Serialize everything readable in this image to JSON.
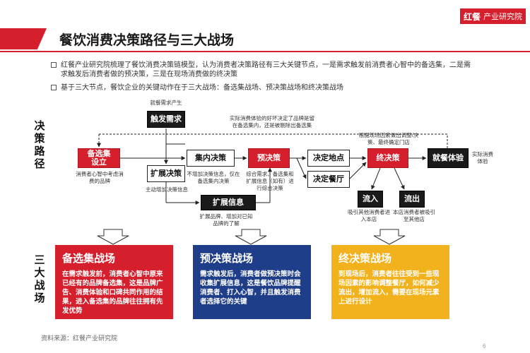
{
  "brand": {
    "logo_part1": "红餐",
    "logo_part2": "产业研究院"
  },
  "header": {
    "title": "餐饮消费决策路径与三大战场"
  },
  "bullets": [
    {
      "line1": "红餐产业研究院梳理了餐饮消费决策链模型，认为消费者决策路径有三大关键节点，一是需求触发前消费者心智中的备选集，二是需",
      "line2": "求触发后消费者做的预决策，三是在现场消费做的终决策"
    },
    {
      "line1": "基于三大节点，餐饮企业的关键动作在于三大战场：备选集战场、预决策战场和终决策战场"
    }
  ],
  "diagram": {
    "side_label_top": [
      "决",
      "策",
      "路",
      "径"
    ],
    "side_label_bottom": [
      "三",
      "大",
      "战",
      "场"
    ],
    "nodes": {
      "trigger": "触发需求",
      "candidate": "备选集设立",
      "expand": "扩展决策",
      "inner": "集内决策",
      "pre": "预决策",
      "expand_info": "扩展信息",
      "loc": "决定地点",
      "restaurant": "决定餐厅",
      "final": "终决策",
      "dining": "就餐体验",
      "inflow": "流入",
      "outflow": "流出"
    },
    "notes": {
      "trigger_above": "就餐需求产生",
      "feedback": "实际消费体验的好坏决定了品牌是留在备选集内，还是被剔除出备选集",
      "candidate_below": "消费者心智中考虑消费的品牌",
      "inner_below": "不增加决策信息，仅在备选集内决策",
      "expand_below": "主动增加决策信息",
      "pre_below": "综合需求、备选集和扩展信息（如有）进行综合决策",
      "expand_info_below": "扩展品牌、增加对已知品牌的了解",
      "final_above": "根据现场因素做出调整/决策、最终确定门店",
      "dining_right": "实际消费体验",
      "inflow_below": "吸引其他消费者进入本店",
      "outflow_below": "本店消费者被吸引至其他店"
    },
    "cards": [
      {
        "title": "备选集战场",
        "body": "在需求触发前，消费者心智中原来已经有的品牌备选集，这是品牌广告、消费体验和口碑共同作用的结果，进入备选集的品牌往往拥有先发优势"
      },
      {
        "title": "预决策战场",
        "body": "需求触发后，消费者做预决策时会收集扩展信息，这是餐饮品牌提醒消费者、打入心智，并且触发消费者选择它的关键"
      },
      {
        "title": "终决策战场",
        "body": "到现场后，消费者往往受到一些现场因素的影响调整餐厅，如何减少流出，增加流入，需要在现场元素上进行设计"
      }
    ]
  },
  "footer": {
    "source": "资料来源：红餐产业研究院",
    "page": "6"
  },
  "colors": {
    "red": "#d61f2c",
    "blue": "#1e3e8a",
    "yellow": "#f2b21e",
    "black": "#1a1a1a"
  }
}
